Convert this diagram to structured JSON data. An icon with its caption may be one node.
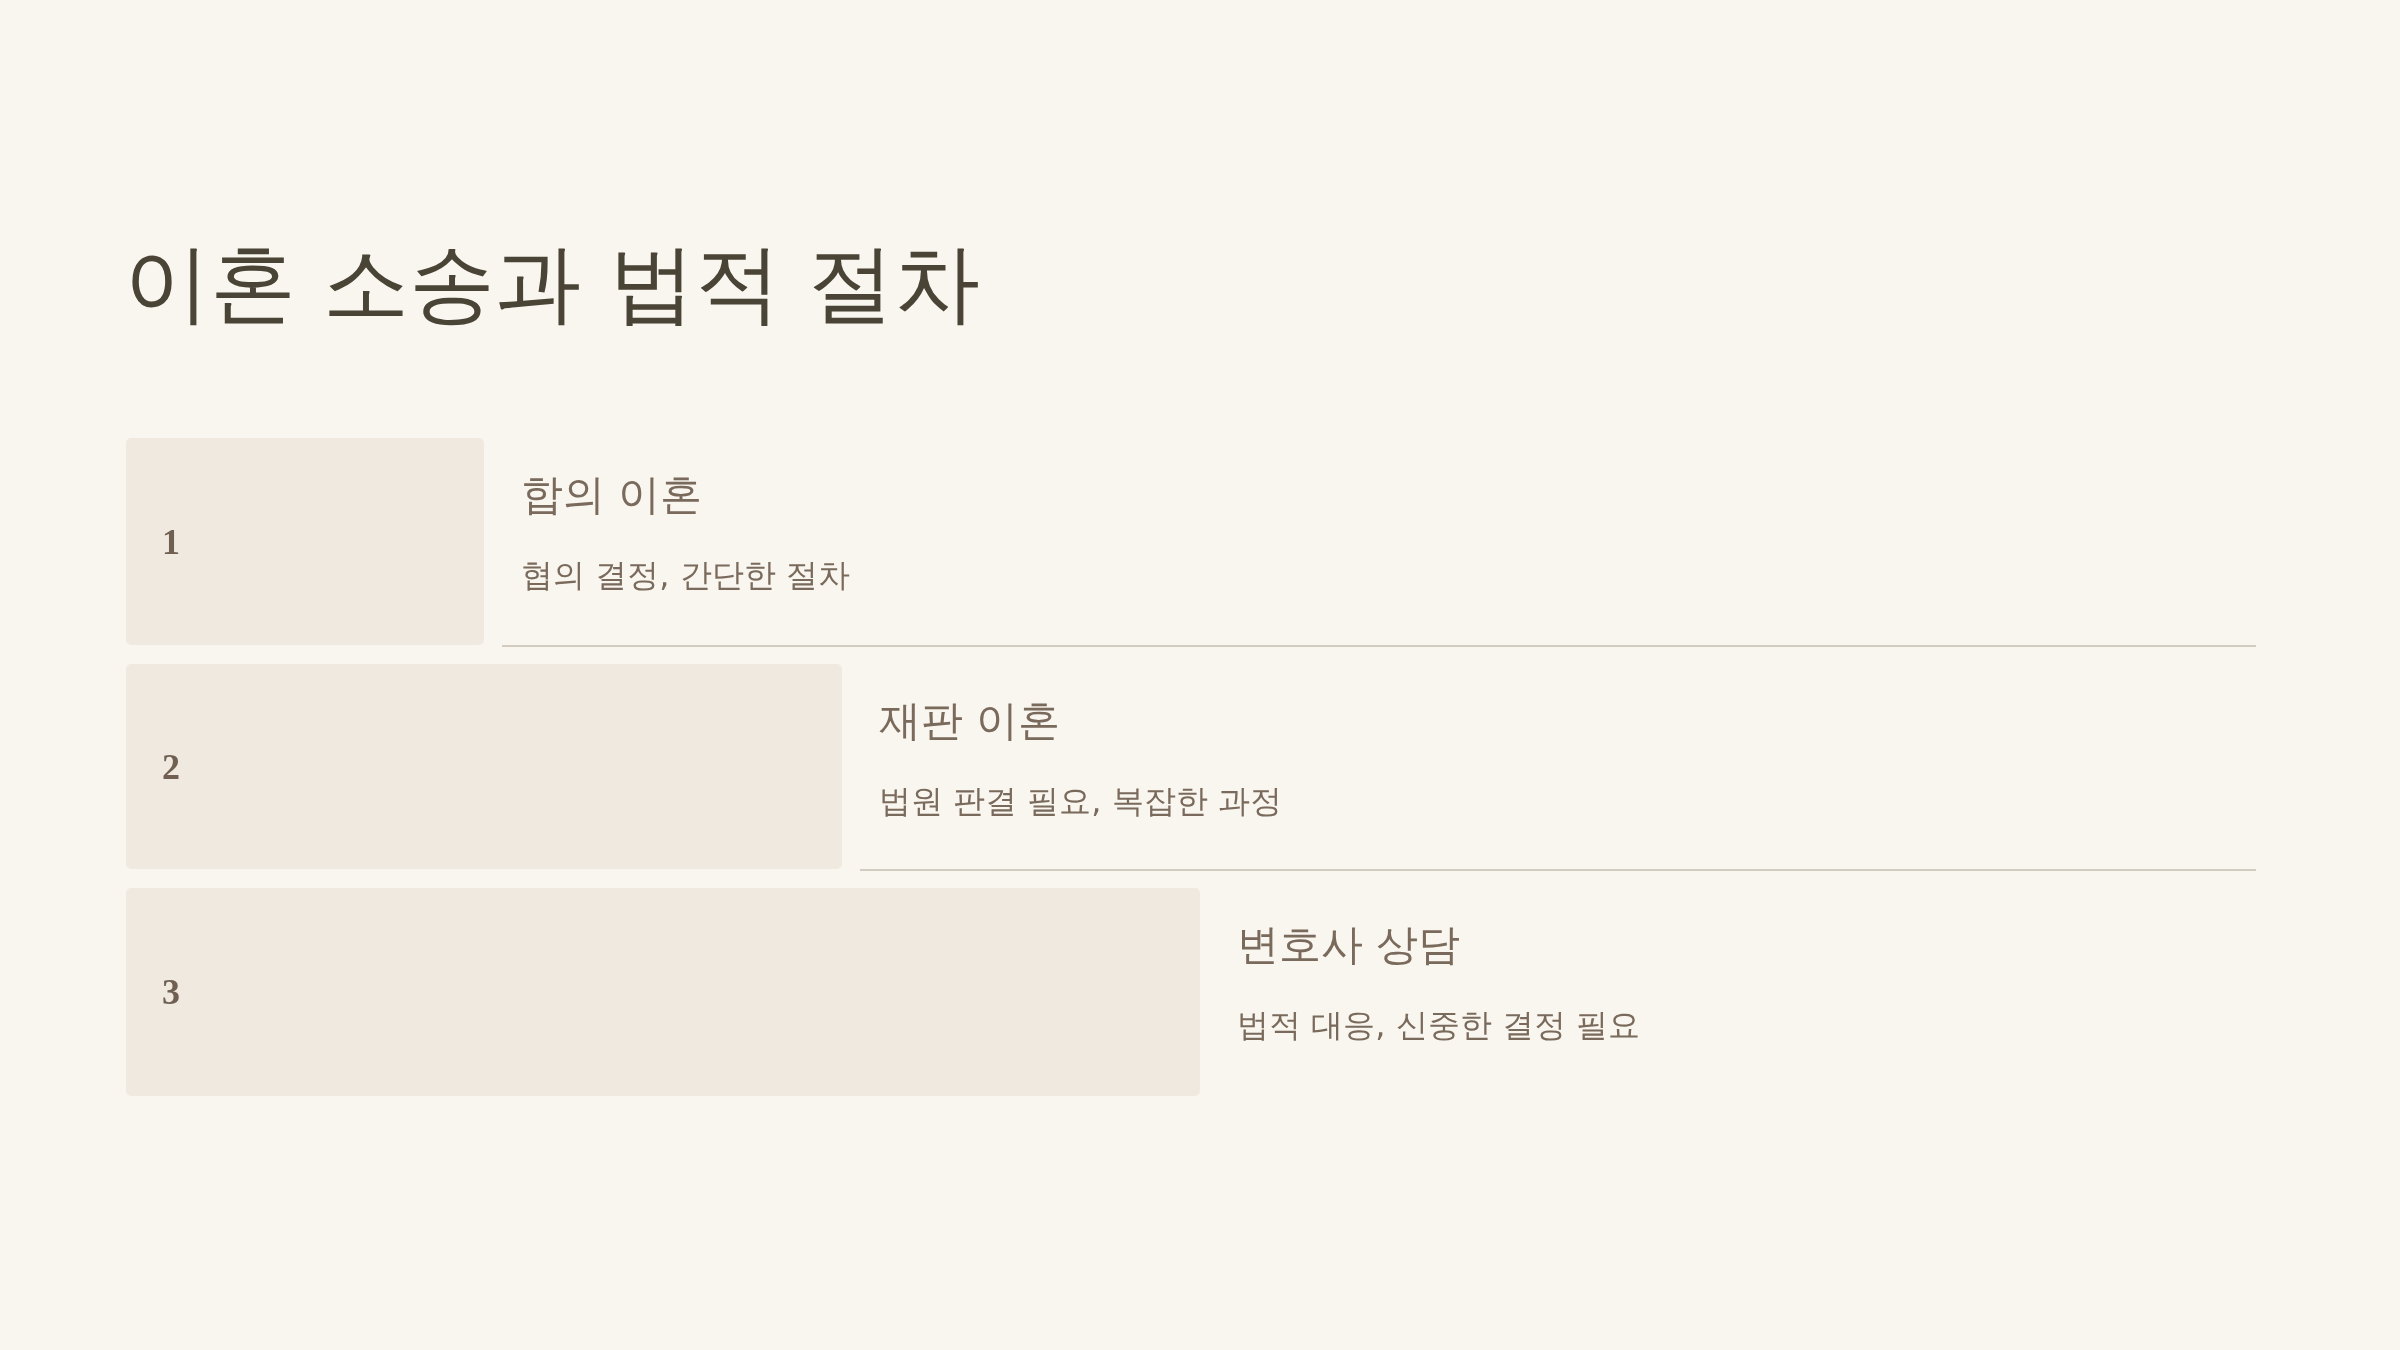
{
  "diagram": {
    "title": "이혼 소송과 법적 절차",
    "nodes": [
      {
        "text": [
          "1"
        ],
        "beside": [
          "합의 이혼",
          "협의 결정, 간단한 절차"
        ]
      },
      {
        "text": [
          "2"
        ],
        "beside": [
          "재판 이혼",
          "법원 판결 필요, 복잡한 과정"
        ]
      },
      {
        "text": [
          "3"
        ],
        "beside": [
          "변호사 상담",
          "법적 대응, 신중한 결정 필요"
        ]
      }
    ],
    "edges": []
  }
}
